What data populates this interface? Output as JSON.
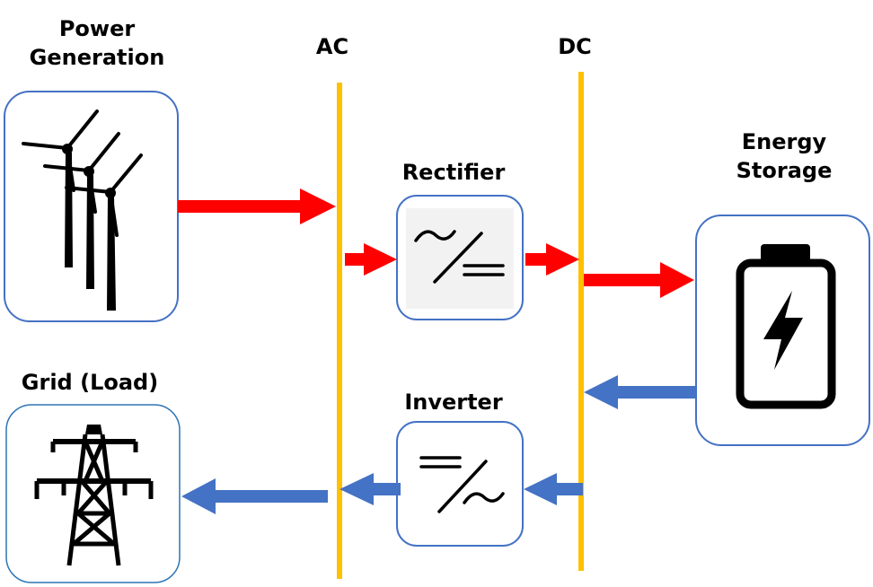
{
  "labels": {
    "power_generation_line1": "Power",
    "power_generation_line2": "Generation",
    "ac": "AC",
    "dc": "DC",
    "rectifier": "Rectifier",
    "energy_storage_line1": "Energy",
    "energy_storage_line2": "Storage",
    "grid": "Grid (Load)",
    "inverter": "Inverter"
  },
  "colors": {
    "bus": "#FFC000",
    "forward_flow": "#FF0000",
    "reverse_flow": "#4472C4",
    "box_border": "#4472C4",
    "grid_box_border": "#2E75B6",
    "icon": "#000000",
    "converter_fill": "#F2F2F2"
  },
  "icons": {
    "power_generation": "wind-turbines-icon",
    "rectifier": "ac-to-dc-icon",
    "energy_storage": "battery-charging-icon",
    "grid": "transmission-tower-icon",
    "inverter": "dc-to-ac-icon"
  }
}
